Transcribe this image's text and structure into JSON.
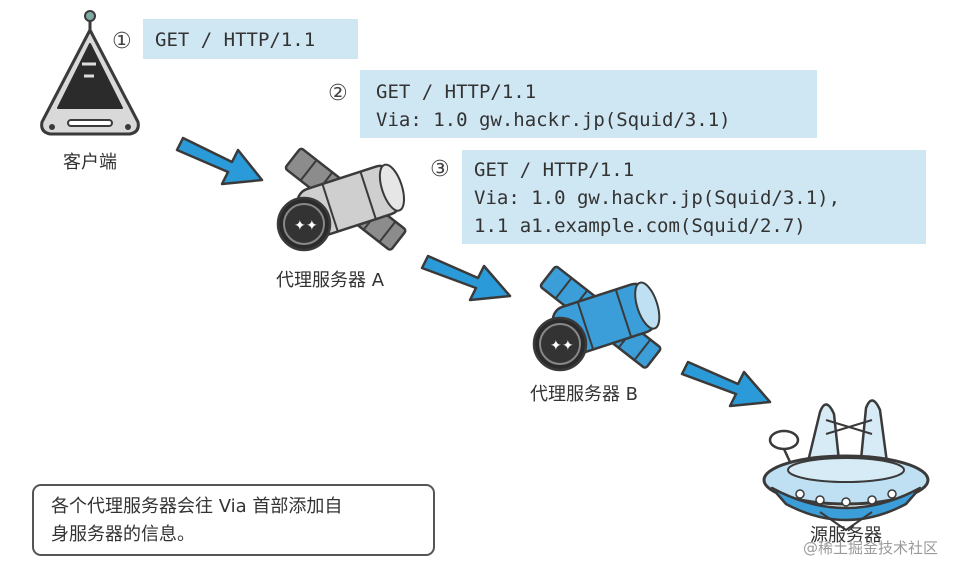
{
  "steps": [
    {
      "number": "①",
      "lines": [
        "GET / HTTP/1.1"
      ]
    },
    {
      "number": "②",
      "lines": [
        "GET / HTTP/1.1",
        "Via: 1.0 gw.hackr.jp(Squid/3.1)"
      ]
    },
    {
      "number": "③",
      "lines": [
        "GET / HTTP/1.1",
        "Via: 1.0 gw.hackr.jp(Squid/3.1),",
        "1.1 a1.example.com(Squid/2.7)"
      ]
    }
  ],
  "nodes": {
    "client": "客户端",
    "proxy_a": "代理服务器 A",
    "proxy_b": "代理服务器 B",
    "origin": "源服务器"
  },
  "note": {
    "lines": [
      "各个代理服务器会往 Via 首部添加自",
      "身服务器的信息。"
    ]
  },
  "watermark": "@稀土掘金技术社区",
  "colors": {
    "request_box": "#cfe6f3",
    "arrow": "#2a9ad8",
    "machine_blue": "#3b9ed8",
    "outline": "#3a3a3a",
    "note_border": "#555555"
  },
  "icons": [
    "client-terminal-icon",
    "proxy-satellite-icon",
    "origin-server-ufo-icon",
    "flow-arrow-icon"
  ]
}
